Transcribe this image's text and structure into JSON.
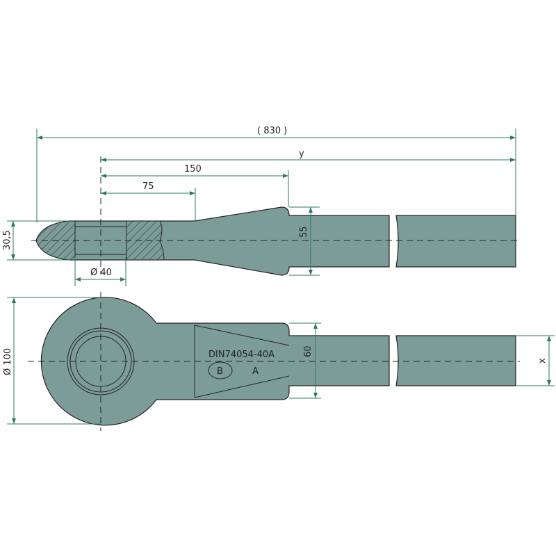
{
  "drawing": {
    "overall_length": "( 830 )",
    "length_y": "y",
    "dim_150": "150",
    "dim_75": "75",
    "thickness": "30,5",
    "bore": "Ø 40",
    "neck_55": "55",
    "eye_diameter": "Ø 100",
    "width_60": "60",
    "shank_x": "x",
    "marking": "DIN74054-40A",
    "mark_b": "B",
    "mark_a": "A"
  },
  "colors": {
    "body": "#7c9c9a",
    "dimension": "#2b7a5c"
  }
}
